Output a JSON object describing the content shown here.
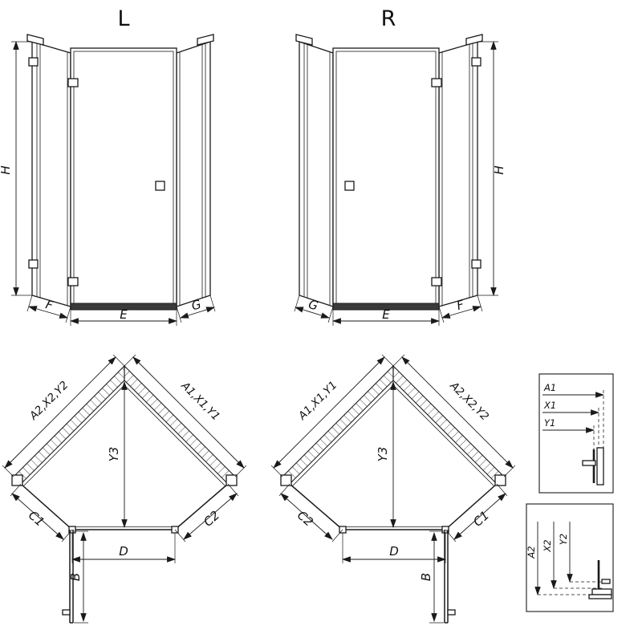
{
  "colors": {
    "line": "#1a1a1a",
    "background": "#ffffff",
    "threshold_fill": "#3a3a3a"
  },
  "elevation_left": {
    "label": "L",
    "dim_height": "H",
    "dim_bottom_left": "F",
    "dim_bottom_center": "E",
    "dim_bottom_right": "G"
  },
  "elevation_right": {
    "label": "R",
    "dim_height": "H",
    "dim_bottom_left": "G",
    "dim_bottom_center": "E",
    "dim_bottom_right": "F"
  },
  "plan_left": {
    "dim_wall_left": "A2,X2,Y2",
    "dim_wall_right": "A1,X1,Y1",
    "dim_diagonal": "Y3",
    "dim_corner_left": "C1",
    "dim_corner_right": "C2",
    "dim_width_bottom": "D",
    "dim_door_depth": "B"
  },
  "plan_right": {
    "dim_wall_left": "A1,X1,Y1",
    "dim_wall_right": "A2,X2,Y2",
    "dim_diagonal": "Y3",
    "dim_corner_left": "C2",
    "dim_corner_right": "C1",
    "dim_width_bottom": "D",
    "dim_door_depth": "B"
  },
  "detail_top": {
    "dim_1": "A1",
    "dim_2": "X1",
    "dim_3": "Y1"
  },
  "detail_bottom": {
    "dim_1": "A2",
    "dim_2": "X2",
    "dim_3": "Y2"
  }
}
